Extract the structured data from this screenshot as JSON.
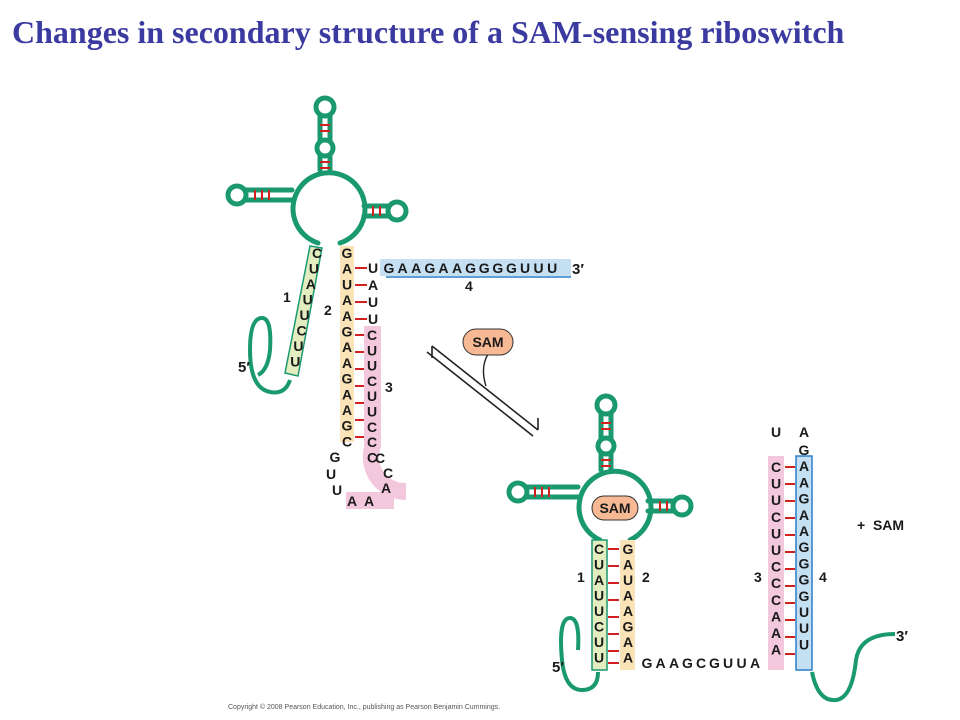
{
  "title": "Changes in secondary structure of a SAM-sensing riboswitch",
  "copyright": "Copyright © 2008 Pearson Education, Inc., publishing as Pearson Benjamin Cummings.",
  "top_structure": {
    "seq1": "CUAUUCUU",
    "seq2": "GAUAAGAAGAAGC",
    "seq4_paired": "UAUU",
    "seq4_tail": "GAAGAAGGGGUUU",
    "seq3": "CUUCUUCCC",
    "loop": [
      "G",
      "U",
      "U",
      "A",
      "A",
      "A"
    ],
    "label_1": "1",
    "label_2": "2",
    "label_3": "3",
    "label_4": "4",
    "five_prime": "5′",
    "three_prime": "3′"
  },
  "equilibrium": {
    "sam": "SAM"
  },
  "bottom_structure": {
    "sam_bound": "SAM",
    "seq1": "CUAUUCUU",
    "seq2": "GAUAAGAA",
    "linker": "GAAGCGUUA",
    "seq3": "CUUCUUCCCAAA",
    "seq4": "GAAGAAGGGGUUU",
    "loop_left": "U",
    "loop_right": "A",
    "label_1": "1",
    "label_2": "2",
    "label_3": "3",
    "label_4": "4",
    "five_prime": "5′",
    "three_prime": "3′",
    "plus_sam": "+  SAM"
  },
  "colors": {
    "backbone": "#1a9970",
    "basepair": "#d02020",
    "strand1": "#e3edbf",
    "strand2": "#fbe3b8",
    "strand3": "#f4c8dc",
    "strand4": "#c5dff3",
    "sam_fill": "#f7b994",
    "title": "#3a3aa0"
  }
}
